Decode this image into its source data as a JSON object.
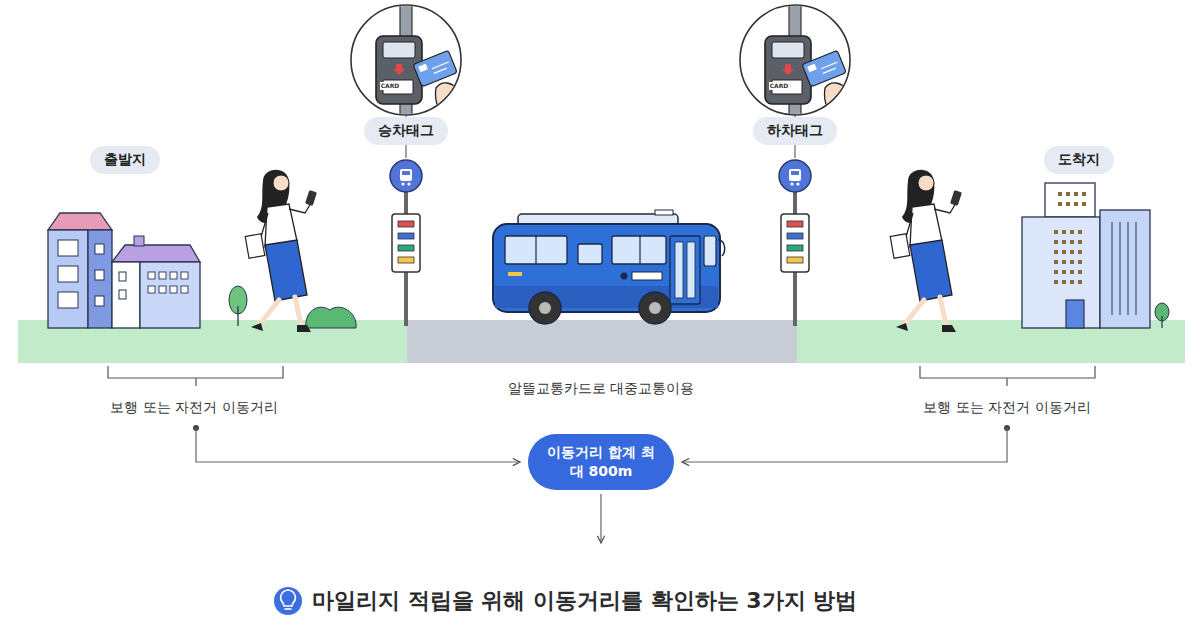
{
  "diagram": {
    "title": "마일리지 적립을 위해 이동거리를 확인하는 3가지 방법",
    "nodes": [
      {
        "text": [
          "출발지"
        ]
      },
      {
        "text": [
          "승차태그"
        ]
      },
      {
        "text": [
          "하차태그"
        ]
      },
      {
        "text": [
          "도착지"
        ]
      },
      {
        "text": [
          "이동거리 합계 최대 800m"
        ]
      }
    ],
    "labels": [
      "CARD",
      "CARD",
      "알뜰교통카드로 대중교통이용",
      "보행 또는 자전거 이동거리",
      "보행 또는 자전거 이동거리"
    ]
  }
}
